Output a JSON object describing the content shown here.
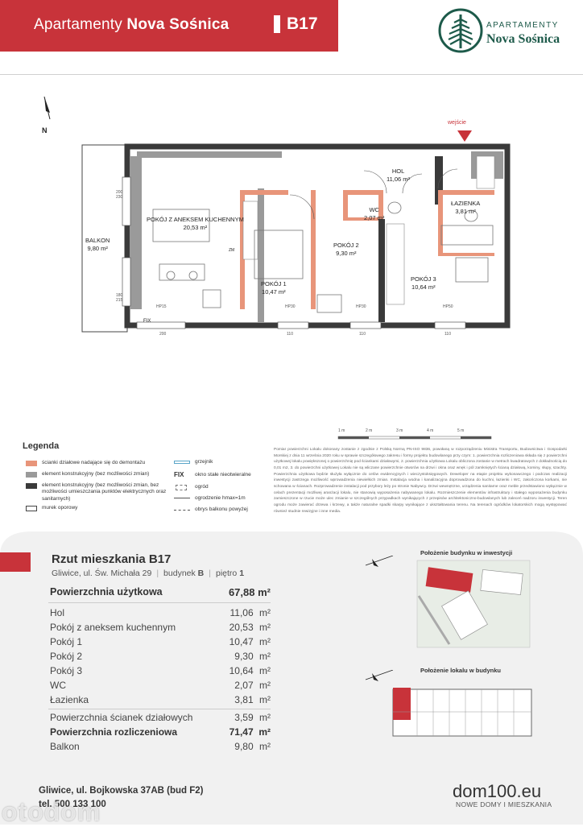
{
  "header": {
    "title_light": "Apartamenty",
    "title_bold": "Nova Sośnica",
    "block_label": "B17",
    "logo_top": "APARTAMENTY",
    "logo_brand": "Nova Sośnica"
  },
  "plan": {
    "entrance": "wejście",
    "north": "N",
    "rooms": {
      "balkon": [
        "BALKON",
        "9,80 m²"
      ],
      "pokoj_aneks": [
        "POKÓJ Z ANEKSEM KUCHENNYM",
        "20,53 m²"
      ],
      "hol": [
        "HOL",
        "11,06 m²"
      ],
      "wc": [
        "WC",
        "2,07 m²"
      ],
      "lazienka": [
        "ŁAZIENKA",
        "3,81 m²"
      ],
      "pokoj1": [
        "POKÓJ 1",
        "10,47 m²"
      ],
      "pokoj2": [
        "POKÓJ 2",
        "9,30 m²"
      ],
      "pokoj3": [
        "POKÓJ 3",
        "10,64 m²"
      ]
    },
    "fix_label": "FIX",
    "zm_label": "ZM",
    "dims": {
      "d200": "200",
      "d230": "230",
      "d180": "180",
      "d215": "215",
      "d110": "110",
      "hp15": "HP15",
      "hp30": "HP30",
      "hp50": "HP50"
    },
    "scale": [
      "1 m",
      "2 m",
      "3 m",
      "4 m",
      "5 m"
    ]
  },
  "legend": {
    "title": "Legenda",
    "items": [
      "ścianki działowe nadające się do demontażu",
      "element konstrukcyjny (bez możliwości zmian)",
      "element konstrukcyjny (bez możliwości zmian, bez możliwości umieszczania punktów elektrycznych oraz sanitarnych)",
      "murek oporowy"
    ],
    "items_right": [
      "grzejnik",
      "okno stałe nieotwieralne",
      "ogród",
      "ogrodzenie hmax=1m",
      "obrys balkonu powyżej"
    ],
    "fix": "FIX"
  },
  "disclaimer": "Pomiar powierzchni Lokalu dokonany zostanie z zgodnie z Polską Normą PN-ISO 9836, powołaną w rozporządzeniu Ministra Transportu, Budownictwa i Gospodarki Morskiej z dnia 11 września 2020 roku w sprawie szczegółowego zakresu i formy projektu budowlanego przy czym: 1. powierzchnia rozliczeniowa składa się z powierzchni użytkowej lokalu powiększonej o powierzchnię pod ściankami działowymi, 2. powierzchnia użytkowa Lokalu obliczona zostanie w metrach kwadratowych z dokładnością do 0,01 m2, 3. do powierzchni użytkowej Lokalu nie są wliczane powierzchnie otworów na drzwi i okna oraz wnęk i pól zamkniętych ścianą działową, kominy, słupy, szachty. Powierzchnia użytkowa będzie służyła wyłącznie do celów ewidencyjnych i wieczystoksięgowych. Deweloper na etapie projektu wykonawczego i podczas realizacji inwestycji zastrzega możliwość wprowadzenia niewielkich zmian. Instalacja wodna i kanalizacyjna doprowadzona do kuchni, łazienki i WC, zakończona korkami, nie schowana w ścianach. Rozprowadzenie instalacji pod przybory leży po stronie Nabywcy. Drzwi wewnętrzne, urządzenia sanitarne oraz meble przedstawiono wyłącznie w celach prezentacji możliwej aranżacji lokalu, nie stanowią wyposażenia nabywanego lokalu. Rozmieszczenie elementów infrastruktury i stałego wyposażenia budynku zamieszczone w rzucie może ulec zmianie w szczególnych przypadkach wynikających z przepisów architektoniczno-budowlanych lub zaleceń nadzoru inwestycji. Teren ogrodu może zawierać drzewa i krzewy, a także naturalne spadki skarpy wynikające z ukształtowania terenu. Na terenach ogródków lokatorskich mogą występować również studnie rewizyjne i inne media.",
  "info": {
    "title": "Rzut mieszkania B17",
    "address": "Gliwice, ul. Św. Michała 29",
    "building_label": "budynek",
    "building": "B",
    "floor_label": "piętro",
    "floor": "1",
    "total_label": "Powierzchnia użytkowa",
    "total_value": "67,88 m²",
    "rows": [
      {
        "label": "Hol",
        "value": "11,06",
        "unit": "m²"
      },
      {
        "label": "Pokój z aneksem kuchennym",
        "value": "20,53",
        "unit": "m²"
      },
      {
        "label": "Pokój 1",
        "value": "10,47",
        "unit": "m²"
      },
      {
        "label": "Pokój 2",
        "value": "9,30",
        "unit": "m²"
      },
      {
        "label": "Pokój 3",
        "value": "10,64",
        "unit": "m²"
      },
      {
        "label": "WC",
        "value": "2,07",
        "unit": "m²"
      },
      {
        "label": "Łazienka",
        "value": "3,81",
        "unit": "m²"
      }
    ],
    "walls_label": "Powierzchnia ścianek działowych",
    "walls_value": "3,59",
    "walls_unit": "m²",
    "settle_label": "Powierzchnia rozliczeniowa",
    "settle_value": "71,47",
    "settle_unit": "m²",
    "balcony_label": "Balkon",
    "balcony_value": "9,80",
    "balcony_unit": "m²"
  },
  "minimaps": {
    "investment_title": "Położenie budynku w inwestycji",
    "building_title": "Położenie lokalu w budynku"
  },
  "footer": {
    "address_line1": "Gliwice, ul. Bojkowska 37AB (bud F2)",
    "address_line2": "tel. 500 133 100",
    "brand": "dom100.eu",
    "brand_sub": "NOWE DOMY I MIESZKANIA",
    "watermark": "otodom"
  },
  "colors": {
    "brand_red": "#c8333a",
    "logo_green": "#1d5a4a",
    "wall_dark": "#3a3a3a",
    "wall_gray": "#9a9a9a",
    "partition": "#e8957a"
  }
}
